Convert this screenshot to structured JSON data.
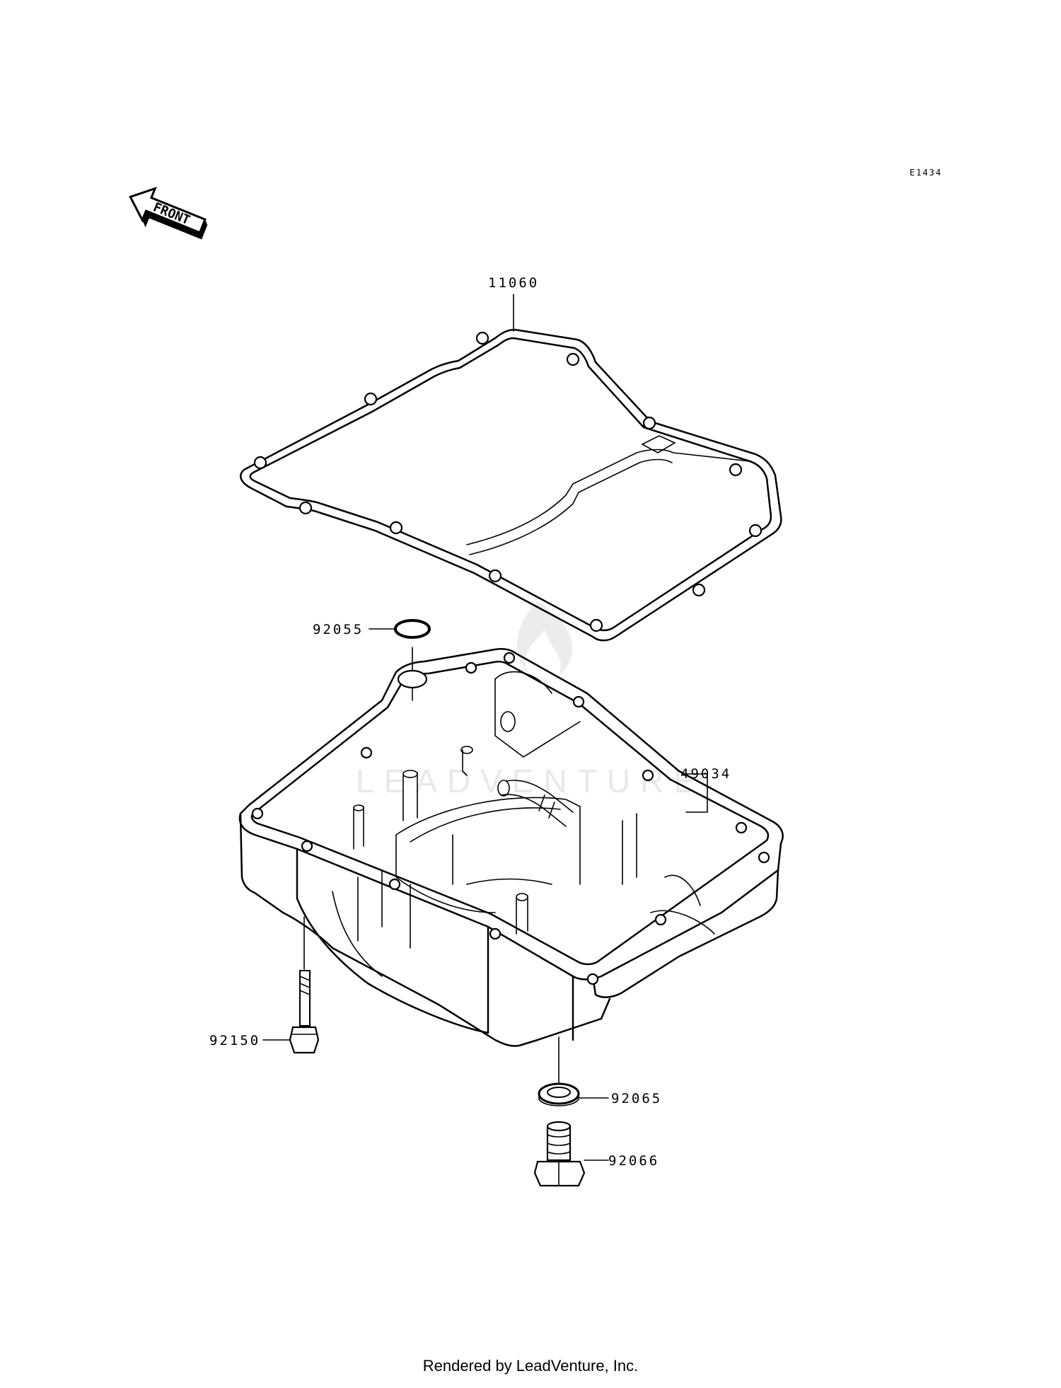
{
  "diagram": {
    "ref_code": "E1434",
    "front_label": "FRONT",
    "parts": {
      "gasket": "11060",
      "o_ring": "92055",
      "oil_pan": "49034",
      "bolt": "92150",
      "washer": "92065",
      "drain_plug": "92066"
    },
    "watermark": "LEADVENTURE"
  },
  "footer": {
    "text": "Rendered by LeadVenture, Inc."
  }
}
